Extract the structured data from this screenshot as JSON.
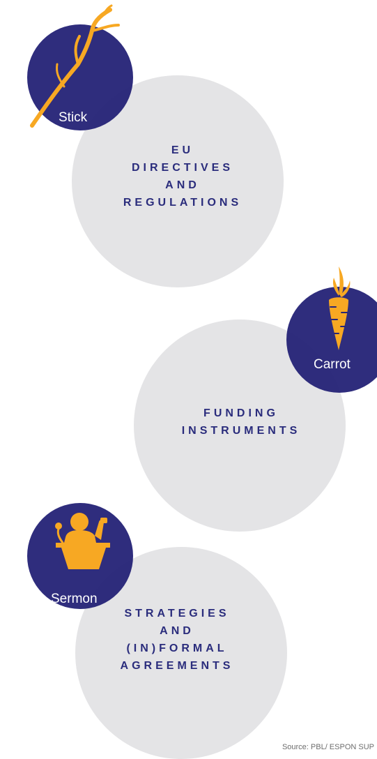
{
  "items": [
    {
      "tool": "Stick",
      "category_lines": [
        "EU",
        "DIRECTIVES",
        "AND",
        "REGULATIONS"
      ],
      "icon": "branch-icon"
    },
    {
      "tool": "Carrot",
      "category_lines": [
        "FUNDING",
        "INSTRUMENTS"
      ],
      "icon": "carrot-icon"
    },
    {
      "tool": "Sermon",
      "category_lines": [
        "STRATEGIES",
        "AND",
        "(IN)FORMAL",
        "AGREEMENTS"
      ],
      "icon": "speaker-podium-icon"
    }
  ],
  "source": "Source: PBL/ ESPON SUP",
  "colors": {
    "navy": "#272478",
    "grey": "#e4e4e6",
    "orange": "#f7a823",
    "text": "#2a2c7c"
  }
}
